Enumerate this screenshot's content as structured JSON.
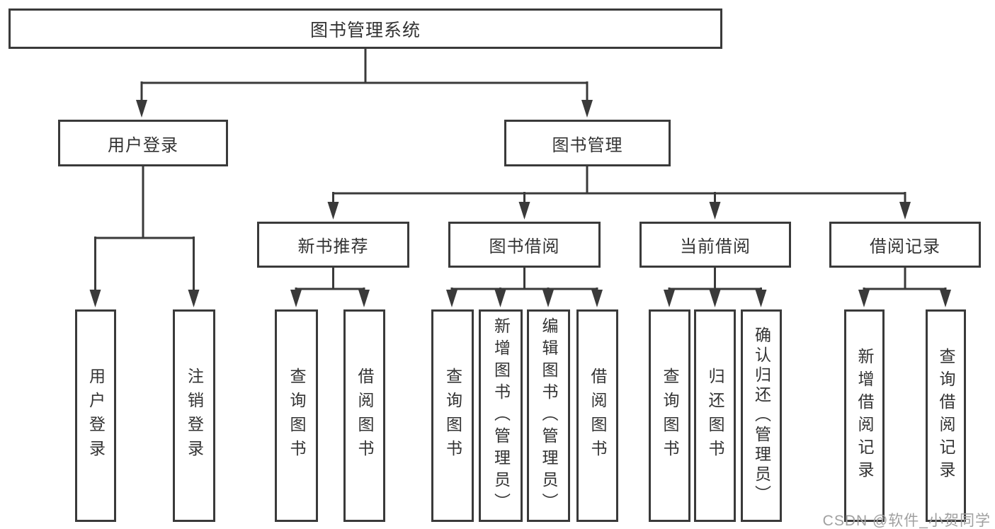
{
  "colors": {
    "line": "#3a3a3a",
    "text": "#333333",
    "box_bg": "#ffffff",
    "watermark": "#a0a0a0"
  },
  "tree": {
    "root": {
      "label": "图书管理系统"
    },
    "level2": [
      {
        "label": "用户登录"
      },
      {
        "label": "图书管理"
      }
    ],
    "level3": [
      {
        "label": "新书推荐"
      },
      {
        "label": "图书借阅"
      },
      {
        "label": "当前借阅"
      },
      {
        "label": "借阅记录"
      }
    ],
    "leaves": {
      "user_login": [
        {
          "label": "用户登录"
        },
        {
          "label": "注销登录"
        }
      ],
      "new_book": [
        {
          "label": "查询图书"
        },
        {
          "label": "借阅图书"
        }
      ],
      "book_borrow": [
        {
          "label": "查询图书"
        },
        {
          "label": "新增图书（管理员）"
        },
        {
          "label": "编辑图书（管理员）"
        },
        {
          "label": "借阅图书"
        }
      ],
      "current_borrow": [
        {
          "label": "查询图书"
        },
        {
          "label": "归还图书"
        },
        {
          "label": "确认归还（管理员）"
        }
      ],
      "borrow_record": [
        {
          "label": "新增借阅记录"
        },
        {
          "label": "查询借阅记录"
        }
      ]
    }
  },
  "watermark": {
    "text": "CSDN @软件_小贺同学"
  }
}
